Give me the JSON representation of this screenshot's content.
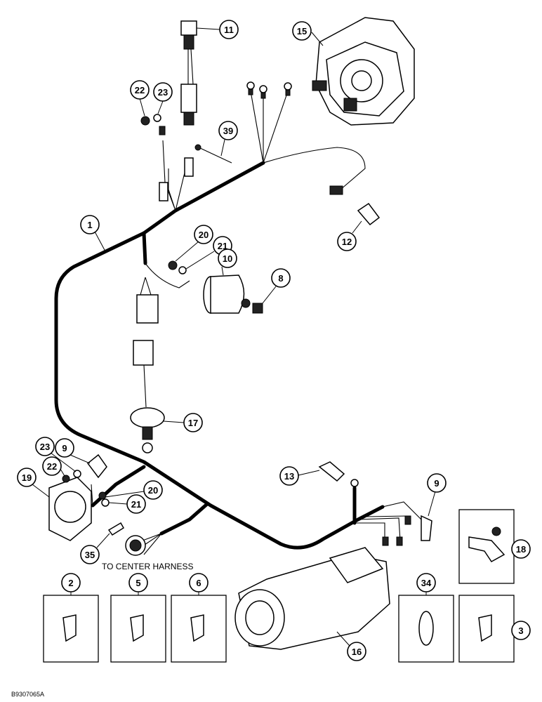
{
  "callouts": {
    "c1": "1",
    "c2": "2",
    "c3": "3",
    "c5": "5",
    "c6": "6",
    "c8": "8",
    "c9a": "9",
    "c9b": "9",
    "c10": "10",
    "c11": "11",
    "c12": "12",
    "c13": "13",
    "c15": "15",
    "c16": "16",
    "c17": "17",
    "c18": "18",
    "c19": "19",
    "c20a": "20",
    "c20b": "20",
    "c21a": "21",
    "c21b": "21",
    "c22a": "22",
    "c22b": "22",
    "c23a": "23",
    "c23b": "23",
    "c34": "34",
    "c35": "35",
    "c39": "39"
  },
  "labels": {
    "center_harness": "TO CENTER HARNESS",
    "figure_id": "B9307065A"
  }
}
